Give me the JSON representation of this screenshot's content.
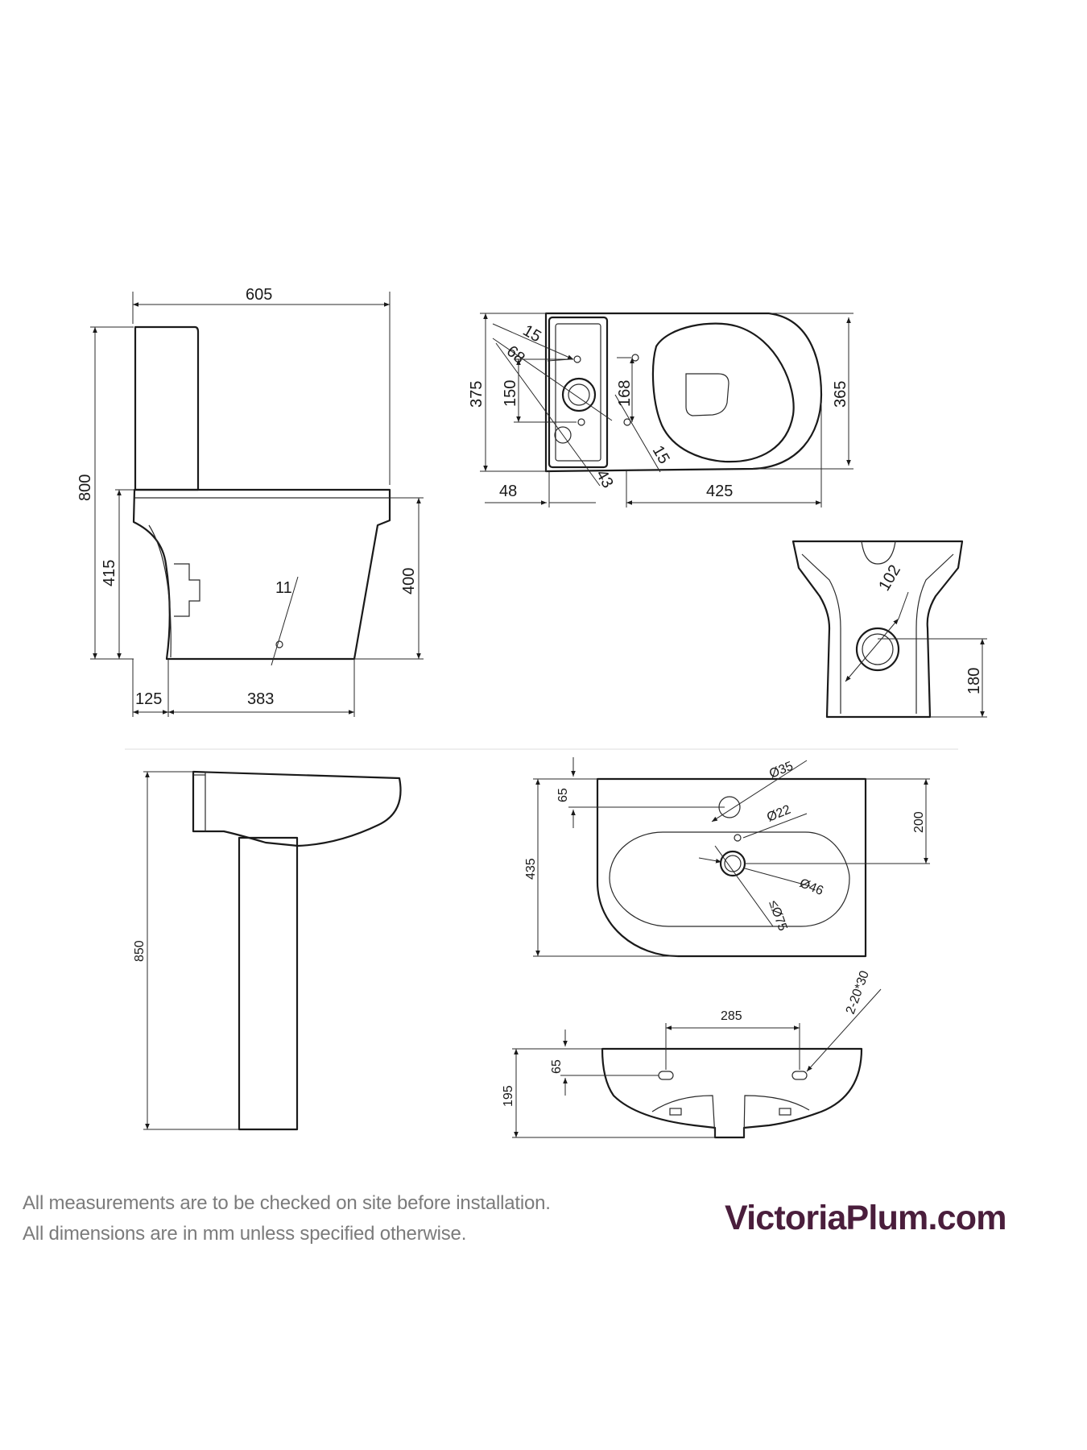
{
  "notes": {
    "line1": "All measurements are to be checked on site before installation.",
    "line2": "All dimensions are in mm unless specified otherwise."
  },
  "brand": {
    "text": "VictoriaPlum.com",
    "color": "#4a1e3c"
  },
  "toilet_side": {
    "d605": "605",
    "d800": "800",
    "d415": "415",
    "d400": "400",
    "d11": "11",
    "d125": "125",
    "d383": "383"
  },
  "toilet_top": {
    "d15a": "15",
    "d68": "68",
    "d375": "375",
    "d150": "150",
    "d168": "168",
    "d365": "365",
    "d15b": "15",
    "d43": "43",
    "d48": "48",
    "d425": "425"
  },
  "toilet_rear": {
    "d102": "102",
    "d180": "180"
  },
  "basin_top": {
    "d65": "65",
    "phi35": "Ø35",
    "phi22": "Ø22",
    "d200": "200",
    "d435": "435",
    "phi46": "Ø46",
    "phi75": "≤Ø75"
  },
  "basin_rear": {
    "d285": "285",
    "d2x20": "2-20*30",
    "d65": "65",
    "d195": "195"
  },
  "pedestal_side": {
    "d850": "850"
  }
}
